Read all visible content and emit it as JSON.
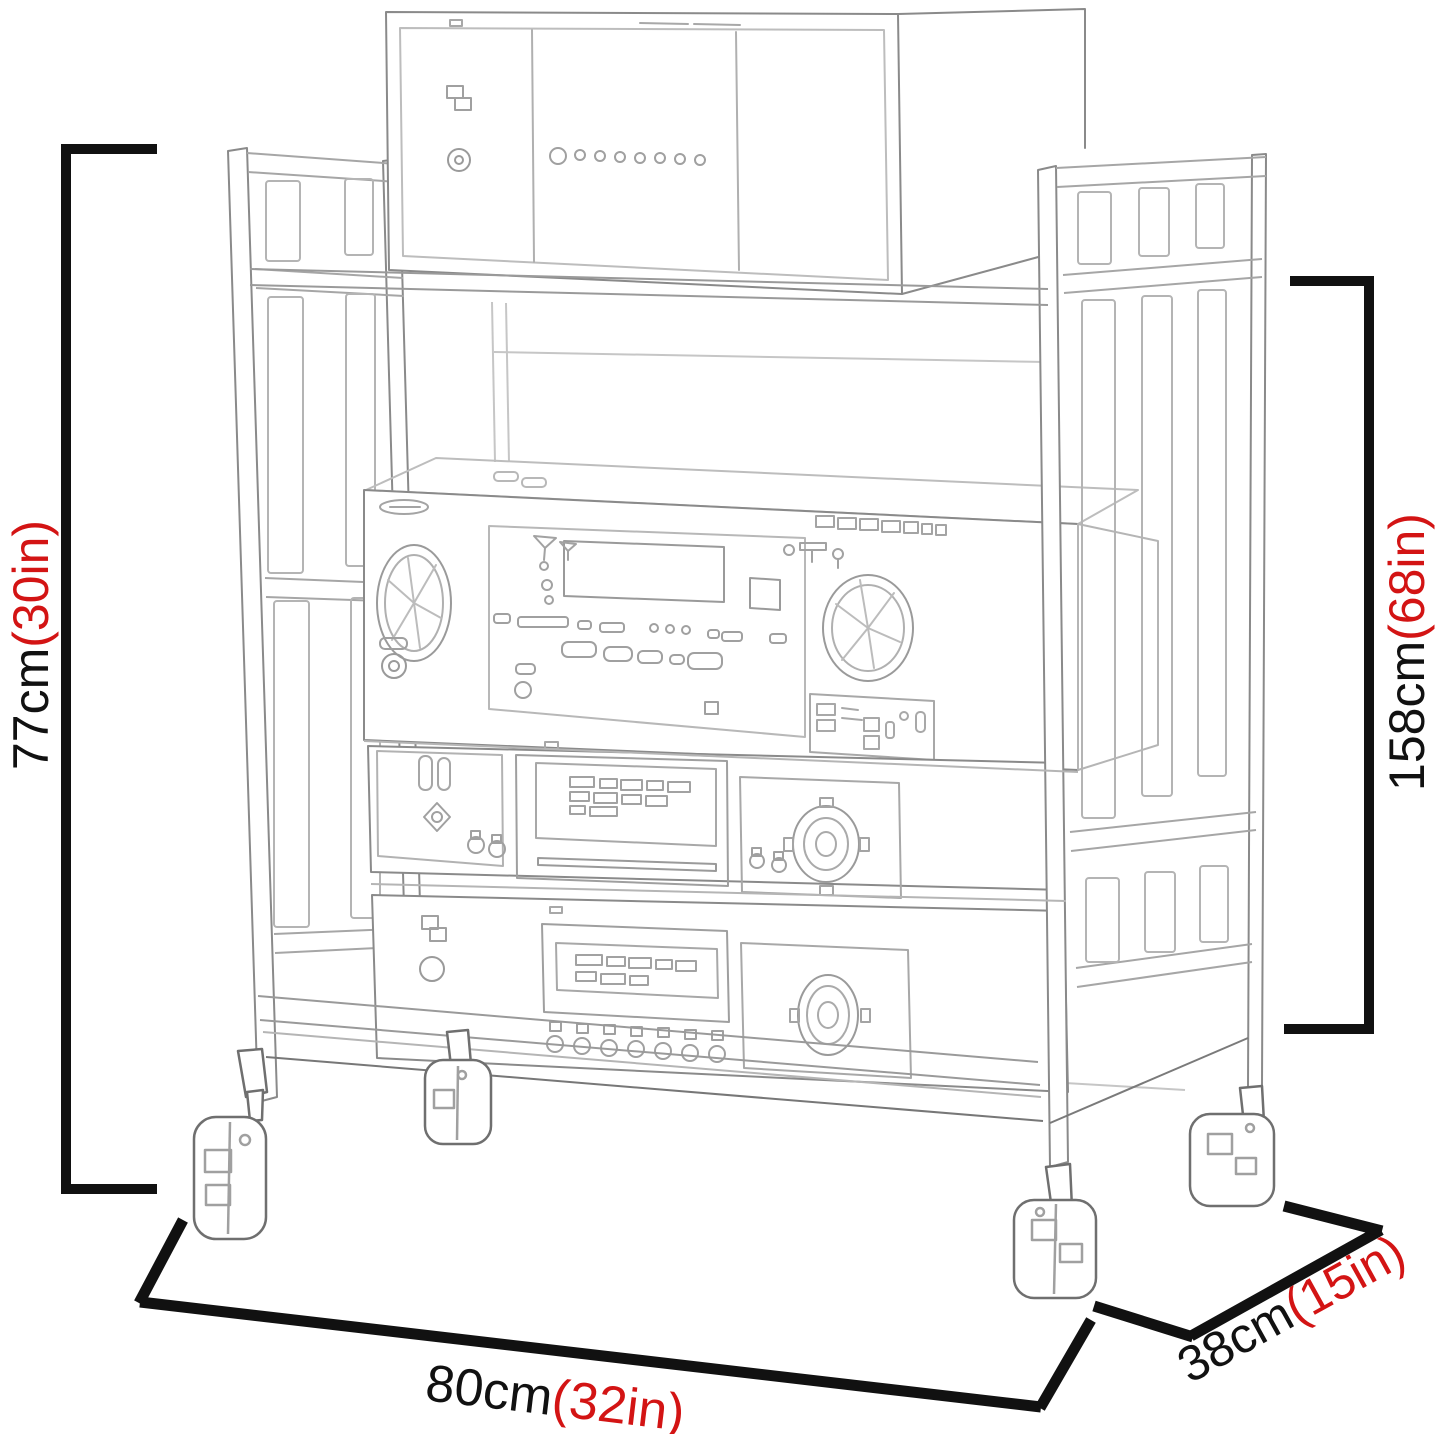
{
  "diagram": {
    "description": "audio-rack-dimension-sketch",
    "dimensions": {
      "left_height": {
        "metric": "77cm",
        "imperial": "(30in)"
      },
      "right_height": {
        "metric": "158cm",
        "imperial": "(68in)"
      },
      "bottom_width": {
        "metric": "80cm",
        "imperial": "(32in)"
      },
      "bottom_depth": {
        "metric": "38cm",
        "imperial": "(15in)"
      }
    },
    "colors": {
      "dimension_line": "#111111",
      "metric_text": "#111111",
      "imperial_text": "#d31414",
      "sketch_line": "#9a9a9a"
    },
    "objects": {
      "rack": "av-equipment-rolling-rack",
      "shelf_items": [
        "power-amplifier",
        "av-receiver",
        "disc-player",
        "media-player"
      ],
      "casters": 4
    }
  }
}
